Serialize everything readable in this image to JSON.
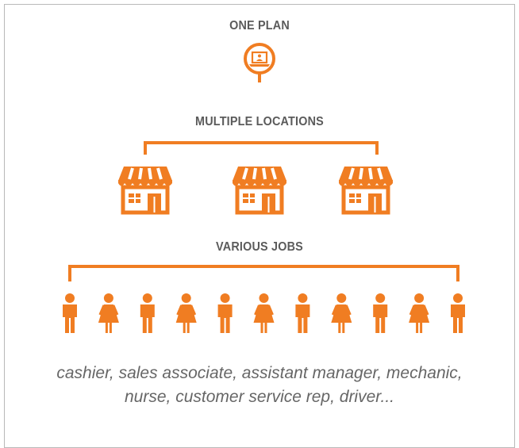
{
  "headings": {
    "one_plan": "ONE PLAN",
    "multiple_locations": "MULTIPLE LOCATIONS",
    "various_jobs": "VARIOUS JOBS"
  },
  "icons": {
    "plan": "laptop-user-pin-icon",
    "location": "storefront-icon",
    "male": "male-person-icon",
    "female": "female-person-icon"
  },
  "people_sequence": [
    "male",
    "female",
    "male",
    "female",
    "male",
    "female",
    "male",
    "female",
    "male",
    "female",
    "male"
  ],
  "caption": {
    "line1": "cashier, sales associate, assistant manager, mechanic,",
    "line2": "nurse, customer service rep, driver..."
  },
  "colors": {
    "accent": "#f07d22",
    "heading": "#5b5b5b",
    "caption": "#666666",
    "border": "#b9b9b9"
  }
}
